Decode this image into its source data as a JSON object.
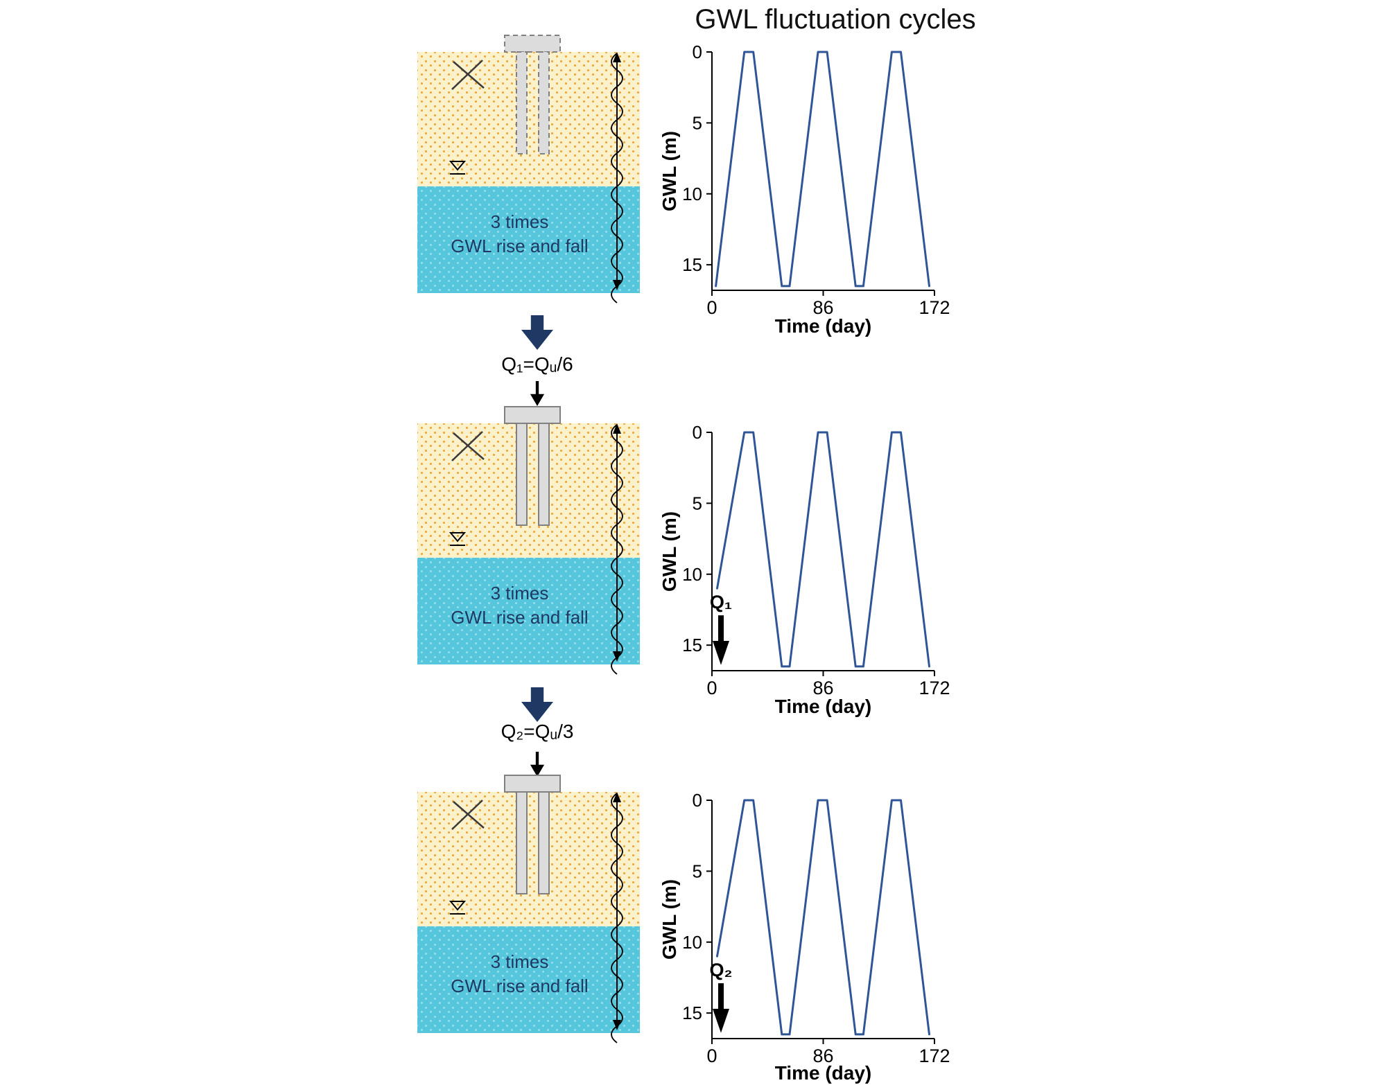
{
  "title": "GWL fluctuation cycles",
  "colors": {
    "sand": "#FBF1CB",
    "sand_dot": "#F0A73C",
    "water": "#55C6DB",
    "water_dot": "#93DEEA",
    "pile_fill": "#DCDCDC",
    "pile_border": "#808080",
    "line": "#2F5597",
    "block_arrow": "#1F3864",
    "caption_text": "#1F3864"
  },
  "panels": [
    {
      "caption_line1": "3 times",
      "caption_line2": "GWL rise and fall",
      "pile_style": "dashed",
      "chart_index": 0
    },
    {
      "caption_line1": "3 times",
      "caption_line2": "GWL rise and fall",
      "pile_style": "solid",
      "chart_index": 1
    },
    {
      "caption_line1": "3 times",
      "caption_line2": "GWL rise and fall",
      "pile_style": "solid",
      "chart_index": 2
    }
  ],
  "transitions": [
    {
      "label": "Q₁=Qᵤ/6"
    },
    {
      "label": "Q₂=Qᵤ/3"
    }
  ],
  "chart_data": [
    {
      "type": "line",
      "title": "GWL fluctuation cycles",
      "xlabel": "Time (day)",
      "ylabel": "GWL (m)",
      "xlim": [
        0,
        172
      ],
      "ylim": [
        0,
        16.8
      ],
      "y_axis_inverted": true,
      "xticks": [
        0,
        86,
        172
      ],
      "yticks": [
        0,
        5,
        10,
        15
      ],
      "grid": false,
      "legend": false,
      "annotation": null,
      "series": [
        {
          "name": "GWL",
          "points": [
            [
              3,
              16.5
            ],
            [
              25,
              0
            ],
            [
              32,
              0
            ],
            [
              54,
              16.5
            ],
            [
              60,
              16.5
            ],
            [
              82,
              0
            ],
            [
              89,
              0
            ],
            [
              111,
              16.5
            ],
            [
              117,
              16.5
            ],
            [
              139,
              0
            ],
            [
              146,
              0
            ],
            [
              168,
              16.5
            ]
          ]
        }
      ]
    },
    {
      "type": "line",
      "title": "",
      "xlabel": "Time (day)",
      "ylabel": "GWL (m)",
      "xlim": [
        0,
        172
      ],
      "ylim": [
        0,
        16.8
      ],
      "y_axis_inverted": true,
      "xticks": [
        0,
        86,
        172
      ],
      "yticks": [
        0,
        5,
        10,
        15
      ],
      "grid": false,
      "legend": false,
      "annotation": "Q₁",
      "series": [
        {
          "name": "GWL",
          "points": [
            [
              4,
              11
            ],
            [
              25,
              0
            ],
            [
              32,
              0
            ],
            [
              54,
              16.5
            ],
            [
              60,
              16.5
            ],
            [
              82,
              0
            ],
            [
              89,
              0
            ],
            [
              111,
              16.5
            ],
            [
              117,
              16.5
            ],
            [
              139,
              0
            ],
            [
              146,
              0
            ],
            [
              168,
              16.5
            ]
          ]
        }
      ]
    },
    {
      "type": "line",
      "title": "",
      "xlabel": "Time (day)",
      "ylabel": "GWL (m)",
      "xlim": [
        0,
        172
      ],
      "ylim": [
        0,
        16.8
      ],
      "y_axis_inverted": true,
      "xticks": [
        0,
        86,
        172
      ],
      "yticks": [
        0,
        5,
        10,
        15
      ],
      "grid": false,
      "legend": false,
      "annotation": "Q₂",
      "series": [
        {
          "name": "GWL",
          "points": [
            [
              4,
              11
            ],
            [
              25,
              0
            ],
            [
              32,
              0
            ],
            [
              54,
              16.5
            ],
            [
              60,
              16.5
            ],
            [
              82,
              0
            ],
            [
              89,
              0
            ],
            [
              111,
              16.5
            ],
            [
              117,
              16.5
            ],
            [
              139,
              0
            ],
            [
              146,
              0
            ],
            [
              168,
              16.5
            ]
          ]
        }
      ]
    }
  ]
}
